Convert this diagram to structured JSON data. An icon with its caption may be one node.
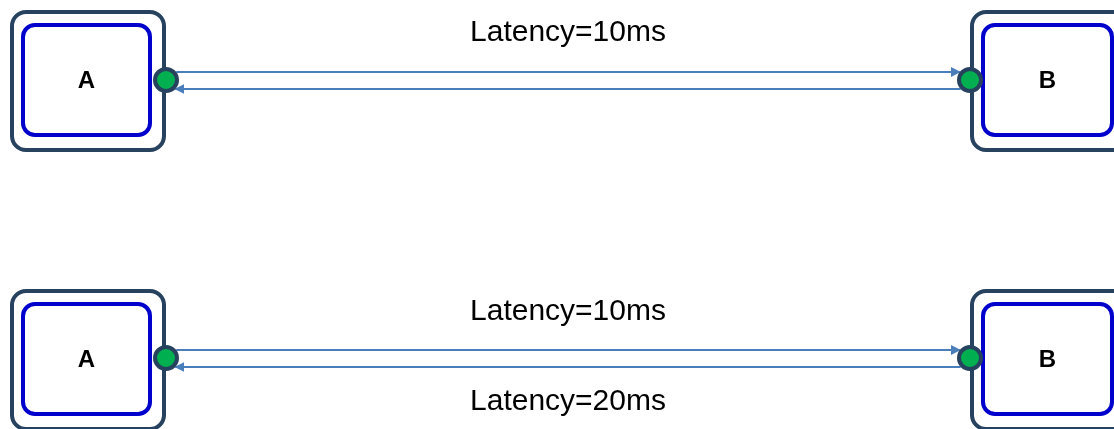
{
  "diagram": {
    "nodes": [
      {
        "text": [],
        "shape": "box"
      },
      {
        "text": [
          "A"
        ],
        "in": 0
      },
      {
        "text": [],
        "shape": "circle"
      },
      {
        "text": [],
        "shape": "circle"
      },
      {
        "text": [],
        "shape": "box"
      },
      {
        "text": [
          "B"
        ],
        "in": 4
      },
      {
        "text": [],
        "shape": "box"
      },
      {
        "text": [
          "A"
        ],
        "in": 6
      },
      {
        "text": [],
        "shape": "circle"
      },
      {
        "text": [],
        "shape": "circle"
      },
      {
        "text": [],
        "shape": "box"
      },
      {
        "text": [
          "B"
        ],
        "in": 10
      }
    ],
    "edges": [
      {
        "from": 2,
        "to": 3,
        "arrow": "to",
        "label": "Latency=10ms"
      },
      {
        "from": 3,
        "to": 2,
        "arrow": "to"
      },
      {
        "from": 8,
        "to": 9,
        "arrow": "to",
        "label": "Latency=10ms"
      },
      {
        "from": 9,
        "to": 8,
        "arrow": "to",
        "label": "Latency=20ms"
      }
    ]
  }
}
